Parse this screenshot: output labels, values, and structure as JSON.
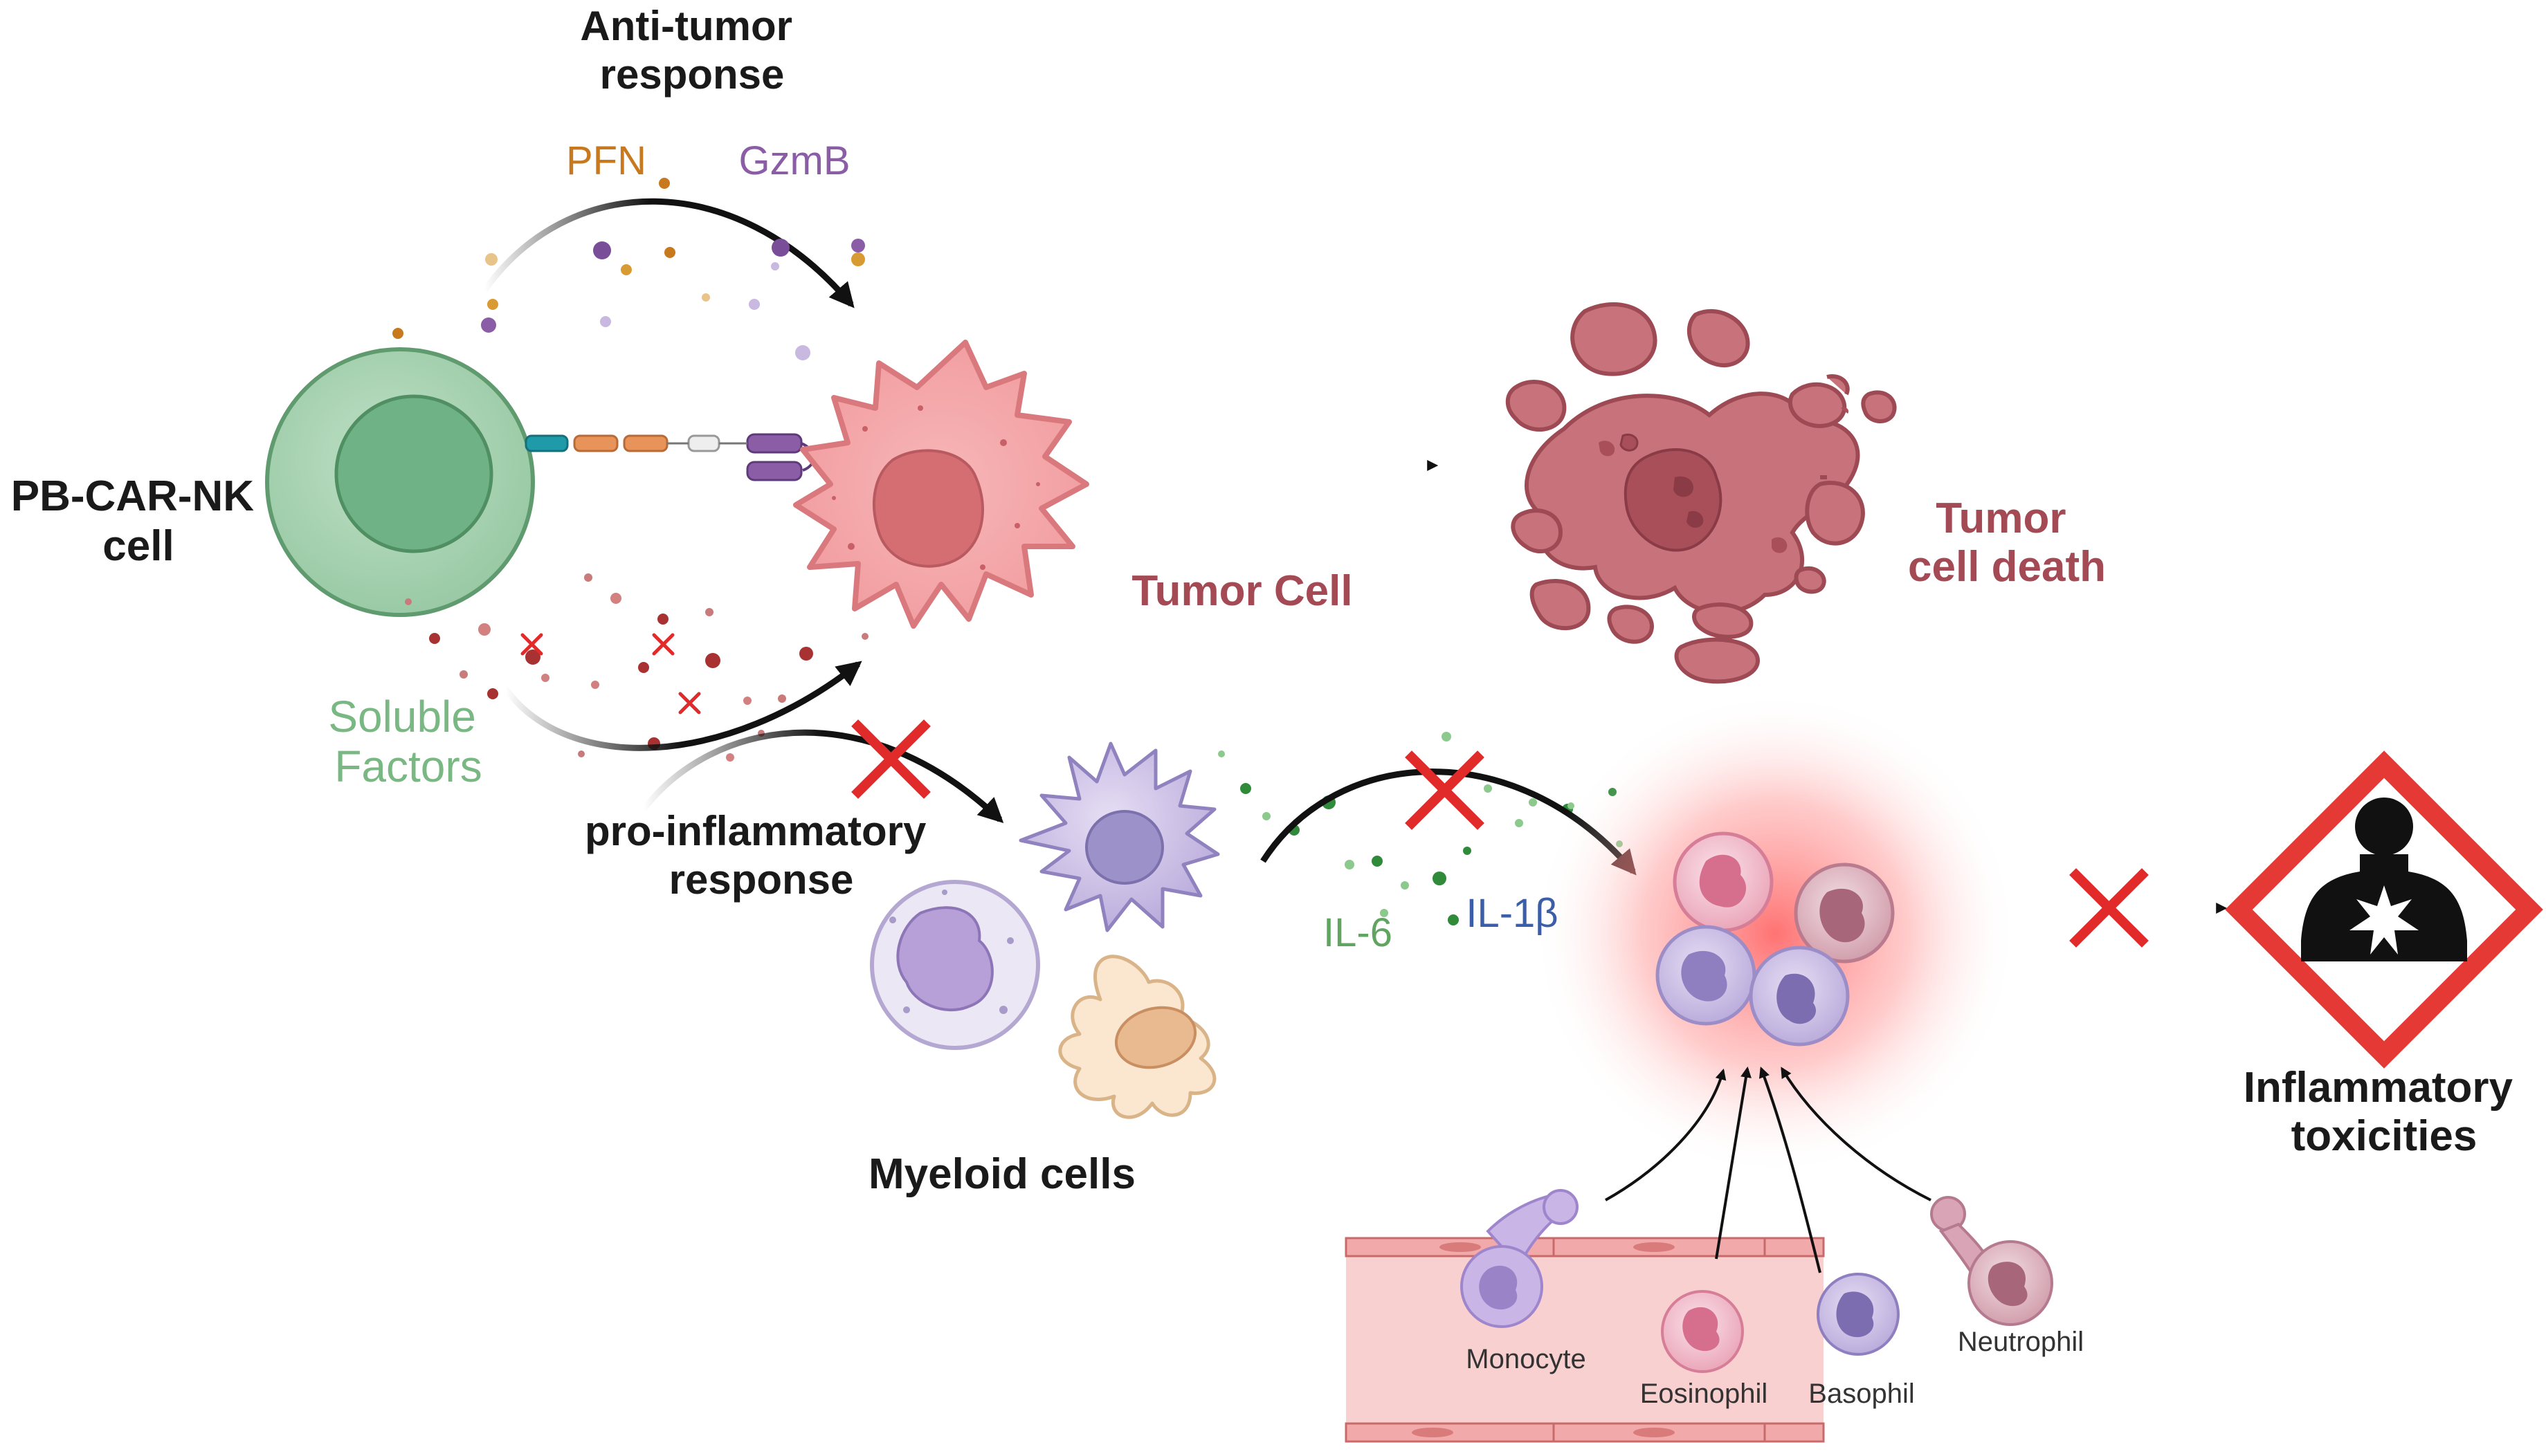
{
  "labels": {
    "anti_tumor_line1": "Anti-tumor",
    "anti_tumor_line2": "response",
    "pfn": "PFN",
    "gzmb": "GzmB",
    "pb_car_nk_line1": "PB-CAR-NK",
    "pb_car_nk_line2": "cell",
    "tumor_cell": "Tumor Cell",
    "tumor_death_line1": "Tumor",
    "tumor_death_line2": "cell death",
    "soluble_line1": "Soluble",
    "soluble_line2": "Factors",
    "proinflam_line1": "pro-inflammatory",
    "proinflam_line2": "response",
    "myeloid": "Myeloid cells",
    "il6": "IL-6",
    "il1b": "IL-1β",
    "inflam_line1": "Inflammatory",
    "inflam_line2": "toxicities",
    "monocyte": "Monocyte",
    "eosinophil": "Eosinophil",
    "basophil": "Basophil",
    "neutrophil": "Neutrophil"
  },
  "colors": {
    "nk_green": "#6fb286",
    "tumor_pink": "#f3a3a6",
    "tumor_dark": "#a34a55",
    "dead_cell": "#c8737b",
    "pfn_orange": "#c8781d",
    "gzmb_purple": "#8a5da6",
    "soluble_green": "#7ab883",
    "il6_green": "#5fa45f",
    "il1b_blue": "#3c5ea8",
    "cross_red": "#e12a2a",
    "hazard_red": "#e53935",
    "vessel_pink": "#f6c2c2",
    "label_dark": "#1a1a1a"
  },
  "icons": [
    "nk-cell-icon",
    "car-receptor-icon",
    "tumor-cell-icon",
    "dead-tumor-cell-icon",
    "dendritic-cell-icon",
    "macrophage-icon",
    "granulocyte-icon",
    "blood-vessel-icon",
    "hazard-toxicity-icon",
    "blocked-cross-icon"
  ]
}
